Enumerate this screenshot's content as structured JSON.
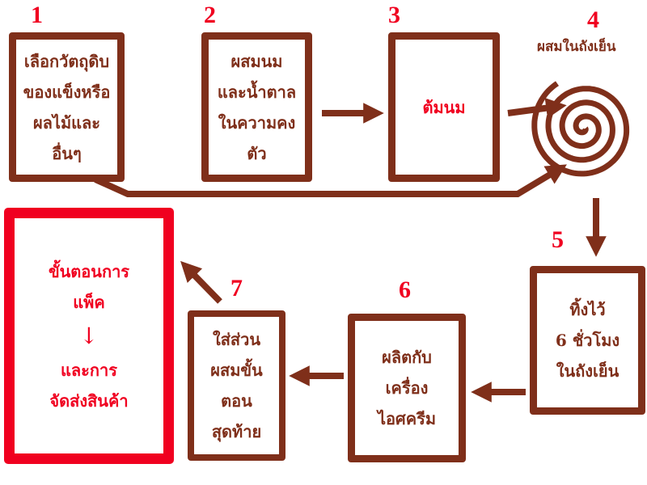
{
  "colors": {
    "brown": "#7f2f1a",
    "red": "#f00020"
  },
  "steps": [
    {
      "number": "1",
      "lines": [
        "เลือกวัตถุดิบ",
        "ของแข็งหรือ",
        "ผลไม้และ",
        "อื่นๆ"
      ]
    },
    {
      "number": "2",
      "lines": [
        "ผสมนม",
        "และน้ำตาล",
        "ในความคง",
        "ตัว"
      ]
    },
    {
      "number": "3",
      "lines": [
        "ต้มนม"
      ]
    },
    {
      "number": "4",
      "label": "ผสมในถังเย็น"
    },
    {
      "number": "5",
      "lines": [
        "ทิ้งไว้",
        "6 ชั่วโมง",
        "ในถังเย็น"
      ]
    },
    {
      "number": "6",
      "lines": [
        "ผลิตกับ",
        "เครื่อง",
        "ไอศครีม"
      ]
    },
    {
      "number": "7",
      "lines": [
        "ใส่ส่วน",
        "ผสมขั้น",
        "ตอน",
        "สุดท้าย"
      ]
    }
  ],
  "final": {
    "lines": [
      "ขั้นตอนการ",
      "แพ็ค",
      "↓",
      "และการ",
      "จัดส่งสินค้า"
    ]
  }
}
